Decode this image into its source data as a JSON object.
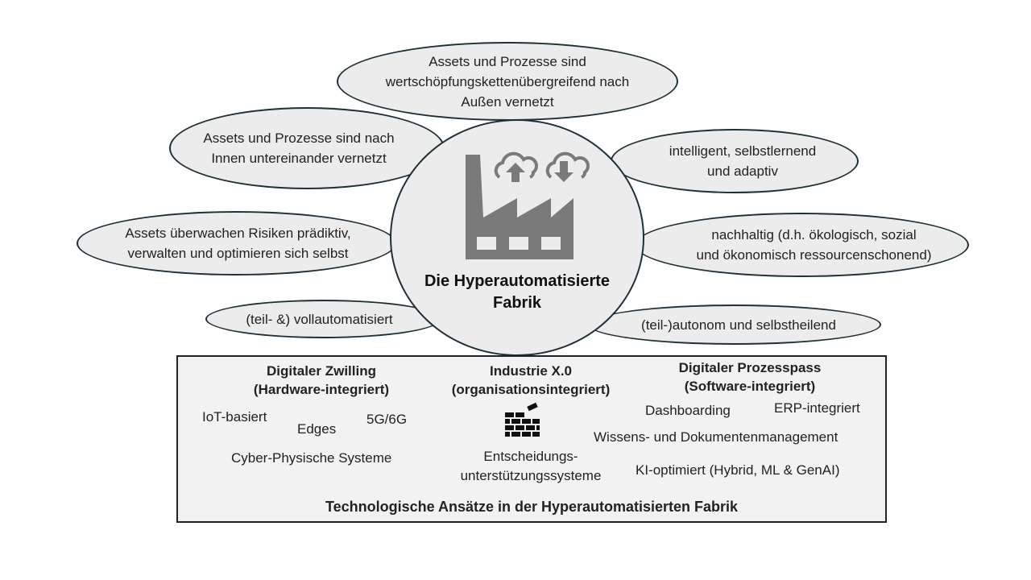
{
  "center": {
    "title": "Die Hyperautomatisierte",
    "title2": "Fabrik",
    "icon": "factory-cloud-icon"
  },
  "bubbles": [
    "Assets und Prozesse sind\nwertschöpfungskettenübergreifend nach\nAußen vernetzt",
    "Assets und Prozesse sind nach\nInnen untereinander vernetzt",
    "intelligent, selbstlernend\nund adaptiv",
    "Assets überwachen Risiken prädiktiv,\nverwalten und optimieren sich selbst",
    "nachhaltig (d.h. ökologisch, sozial\nund ökonomisch ressourcenschonend)",
    "(teil- &) vollautomatisiert",
    "(teil-)autonom und selbstheilend"
  ],
  "tech": {
    "title": "Technologische Ansätze in der Hyperautomatisierten Fabrik",
    "col1": {
      "h1": "Digitaler Zwilling",
      "h2": "(Hardware-integriert)",
      "items": [
        "IoT-basiert",
        "Edges",
        "5G/6G",
        "Cyber-Physische Systeme"
      ]
    },
    "col2": {
      "h1": "Industrie X.0",
      "h2": "(organisationsintegriert)",
      "icon": "brick-wall-icon",
      "items": [
        "Entscheidungs-",
        "unterstützungssysteme"
      ]
    },
    "col3": {
      "h1": "Digitaler Prozesspass",
      "h2": "(Software-integriert)",
      "items": [
        "Dashboarding",
        "ERP-integriert",
        "Wissens- und Dokumentenmanagement",
        "KI-optimiert (Hybrid, ML & GenAI)"
      ]
    }
  }
}
